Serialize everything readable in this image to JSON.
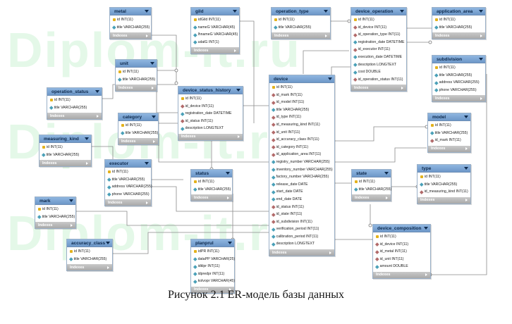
{
  "watermark": "Diplom-it.ru",
  "caption": "Рисунок 2.1 ER-модель базы данных",
  "footer_label": "Indexes",
  "tables": [
    {
      "id": "metal",
      "name": "metal",
      "fields": [
        {
          "t": "pk",
          "text": "id INT(11)"
        },
        {
          "t": "co",
          "text": "title VARCHAR(255)"
        }
      ]
    },
    {
      "id": "gild",
      "name": "gild",
      "fields": [
        {
          "t": "pk",
          "text": "idGild INT(11)"
        },
        {
          "t": "co",
          "text": "nameG VARCHAR(45)"
        },
        {
          "t": "co",
          "text": "lhnameG VARCHAR(45)"
        },
        {
          "t": "co",
          "text": "udalG INT(1)"
        }
      ]
    },
    {
      "id": "operation_type",
      "name": "operation_type",
      "fields": [
        {
          "t": "pk",
          "text": "id INT(11)"
        },
        {
          "t": "co",
          "text": "title VARCHAR(255)"
        }
      ]
    },
    {
      "id": "device_operation",
      "name": "device_operation",
      "fields": [
        {
          "t": "pk",
          "text": "id INT(11)"
        },
        {
          "t": "fk",
          "text": "id_device INT(11)"
        },
        {
          "t": "fk",
          "text": "id_operation_type INT(11)"
        },
        {
          "t": "co",
          "text": "registration_date DATETIME"
        },
        {
          "t": "fk",
          "text": "id_executor INT(11)"
        },
        {
          "t": "co",
          "text": "execution_date DATETIME"
        },
        {
          "t": "co",
          "text": "description LONGTEXT"
        },
        {
          "t": "co",
          "text": "cost DOUBLE"
        },
        {
          "t": "fk",
          "text": "id_operation_status INT(11)"
        }
      ]
    },
    {
      "id": "application_area",
      "name": "application_area",
      "fields": [
        {
          "t": "pk",
          "text": "id INT(11)"
        },
        {
          "t": "co",
          "text": "title VARCHAR(255)"
        }
      ]
    },
    {
      "id": "subdivision",
      "name": "subdivision",
      "fields": [
        {
          "t": "pk",
          "text": "id INT(11)"
        },
        {
          "t": "co",
          "text": "title VARCHAR(255)"
        },
        {
          "t": "co",
          "text": "address VARCHAR(255)"
        },
        {
          "t": "co",
          "text": "phone VARCHAR(255)"
        }
      ]
    },
    {
      "id": "unit",
      "name": "unit",
      "fields": [
        {
          "t": "pk",
          "text": "id INT(11)"
        },
        {
          "t": "co",
          "text": "title VARCHAR(255)"
        }
      ]
    },
    {
      "id": "operation_status",
      "name": "operation_status",
      "fields": [
        {
          "t": "pk",
          "text": "id INT(11)"
        },
        {
          "t": "co",
          "text": "title VARCHAR(255)"
        }
      ]
    },
    {
      "id": "device_status_history",
      "name": "device_status_history",
      "fields": [
        {
          "t": "pk",
          "text": "id INT(11)"
        },
        {
          "t": "fk",
          "text": "id_device INT(11)"
        },
        {
          "t": "co",
          "text": "registration_date DATETIME"
        },
        {
          "t": "fk",
          "text": "id_status INT(11)"
        },
        {
          "t": "co",
          "text": "description LONGTEXT"
        }
      ]
    },
    {
      "id": "category",
      "name": "category",
      "fields": [
        {
          "t": "pk",
          "text": "id INT(11)"
        },
        {
          "t": "co",
          "text": "title VARCHAR(255)"
        }
      ]
    },
    {
      "id": "model",
      "name": "model",
      "fields": [
        {
          "t": "pk",
          "text": "id INT(11)"
        },
        {
          "t": "co",
          "text": "title VARCHAR(255)"
        },
        {
          "t": "fk",
          "text": "id_mark INT(11)"
        }
      ]
    },
    {
      "id": "measuring_kind",
      "name": "measuring_kind",
      "fields": [
        {
          "t": "pk",
          "text": "id INT(11)"
        },
        {
          "t": "co",
          "text": "title VARCHAR(255)"
        }
      ]
    },
    {
      "id": "executor",
      "name": "executor",
      "fields": [
        {
          "t": "pk",
          "text": "id INT(11)"
        },
        {
          "t": "co",
          "text": "title VARCHAR(255)"
        },
        {
          "t": "co",
          "text": "address VARCHAR(255)"
        },
        {
          "t": "co",
          "text": "phone VARCHAR(255)"
        }
      ]
    },
    {
      "id": "device",
      "name": "device",
      "fields": [
        {
          "t": "pk",
          "text": "id INT(11)"
        },
        {
          "t": "fk",
          "text": "id_mark INT(11)"
        },
        {
          "t": "fk",
          "text": "id_model INT(11)"
        },
        {
          "t": "co",
          "text": "title VARCHAR(255)"
        },
        {
          "t": "fk",
          "text": "id_type INT(11)"
        },
        {
          "t": "fk",
          "text": "id_measuring_kind INT(11)"
        },
        {
          "t": "fk",
          "text": "id_unit INT(11)"
        },
        {
          "t": "fk",
          "text": "id_accuracy_class INT(11)"
        },
        {
          "t": "fk",
          "text": "id_category INT(11)"
        },
        {
          "t": "fk",
          "text": "id_application_area INT(11)"
        },
        {
          "t": "co",
          "text": "registry_number VARCHAR(255)"
        },
        {
          "t": "co",
          "text": "inventory_number VARCHAR(255)"
        },
        {
          "t": "co",
          "text": "factory_number VARCHAR(255)"
        },
        {
          "t": "co",
          "text": "release_date DATE"
        },
        {
          "t": "co",
          "text": "start_date DATE"
        },
        {
          "t": "co",
          "text": "end_date DATE"
        },
        {
          "t": "fk",
          "text": "id_status INT(11)"
        },
        {
          "t": "fk",
          "text": "id_state INT(11)"
        },
        {
          "t": "fk",
          "text": "id_subdivision INT(11)"
        },
        {
          "t": "co",
          "text": "verification_period INT(11)"
        },
        {
          "t": "co",
          "text": "calibration_period INT(11)"
        },
        {
          "t": "co",
          "text": "description LONGTEXT"
        }
      ]
    },
    {
      "id": "status",
      "name": "status",
      "fields": [
        {
          "t": "pk",
          "text": "id INT(11)"
        },
        {
          "t": "co",
          "text": "title VARCHAR(255)"
        }
      ]
    },
    {
      "id": "state",
      "name": "state",
      "fields": [
        {
          "t": "pk",
          "text": "id INT(11)"
        },
        {
          "t": "co",
          "text": "title VARCHAR(255)"
        }
      ]
    },
    {
      "id": "type",
      "name": "type",
      "fields": [
        {
          "t": "pk",
          "text": "id INT(11)"
        },
        {
          "t": "co",
          "text": "title VARCHAR(255)"
        },
        {
          "t": "fk",
          "text": "id_measuring_kind INT(11)"
        }
      ]
    },
    {
      "id": "mark",
      "name": "mark",
      "fields": [
        {
          "t": "pk",
          "text": "id INT(11)"
        },
        {
          "t": "co",
          "text": "title VARCHAR(255)"
        }
      ]
    },
    {
      "id": "device_composition",
      "name": "device_composition",
      "fields": [
        {
          "t": "pk",
          "text": "id INT(11)"
        },
        {
          "t": "fk",
          "text": "id_device INT(11)"
        },
        {
          "t": "fk",
          "text": "id_metal INT(11)"
        },
        {
          "t": "fk",
          "text": "id_unit INT(11)"
        },
        {
          "t": "co",
          "text": "amount DOUBLE"
        }
      ]
    },
    {
      "id": "accuracy_class",
      "name": "accuracy_class",
      "fields": [
        {
          "t": "pk",
          "text": "id INT(11)"
        },
        {
          "t": "co",
          "text": "title VARCHAR(255)"
        }
      ]
    },
    {
      "id": "planprul",
      "name": "planprul",
      "fields": [
        {
          "t": "pk",
          "text": "idPR INT(11)"
        },
        {
          "t": "co",
          "text": "dataPP VARCHAR(25)"
        },
        {
          "t": "co",
          "text": "idklpr INT(11)"
        },
        {
          "t": "co",
          "text": "idpredpr INT(11)"
        },
        {
          "t": "co",
          "text": "kolvopr VARCHAR(45)"
        }
      ]
    }
  ]
}
